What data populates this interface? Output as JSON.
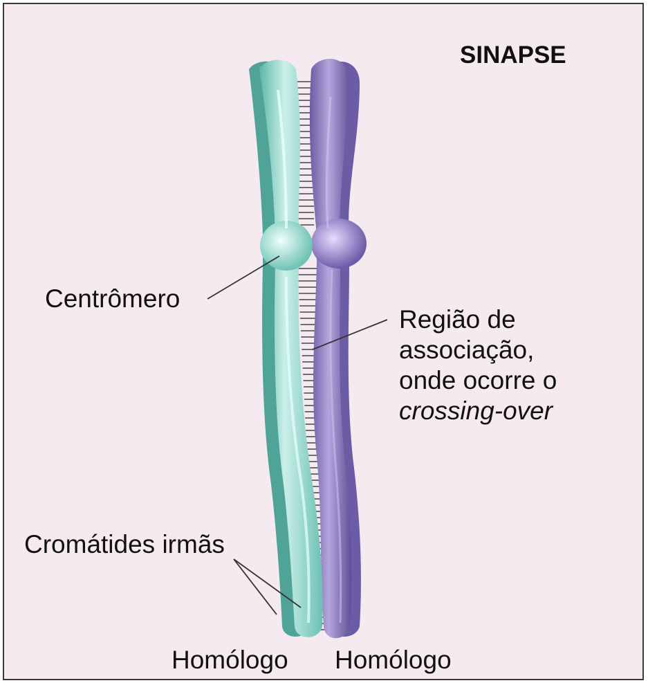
{
  "title": "SINAPSE",
  "labels": {
    "centromere": "Centrômero",
    "association_line1": "Região de",
    "association_line2": "associação,",
    "association_line3": "onde ocorre o",
    "association_line4": "crossing-over",
    "sister_chromatids": "Cromátides irmãs",
    "homolog_left": "Homólogo",
    "homolog_right": "Homólogo"
  },
  "colors": {
    "background": "#f6eaf1",
    "teal_chromosome": "#8fd3c9",
    "purple_chromosome": "#8a79bd",
    "synapse_lines": "#222222"
  }
}
